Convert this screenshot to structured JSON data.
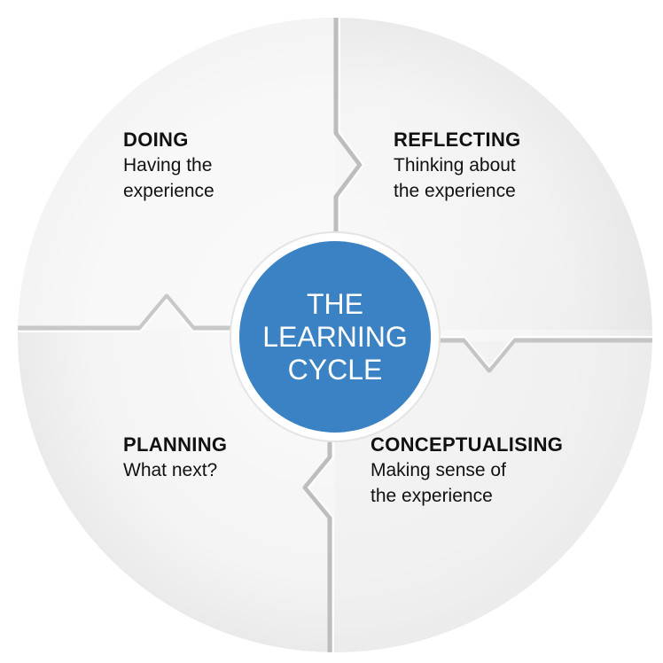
{
  "colors": {
    "hub": "#3b82c4",
    "hub_text": "#ffffff",
    "puzzle_light": "#f7f7f7",
    "puzzle_mid": "#ececec",
    "seam": "#cfcfcf",
    "text": "#111111"
  },
  "center": {
    "line1": "THE",
    "line2": "LEARNING",
    "line3": "CYCLE"
  },
  "quadrants": {
    "doing": {
      "title": "DOING",
      "line1": "Having the",
      "line2": "experience"
    },
    "reflecting": {
      "title": "REFLECTING",
      "line1": "Thinking about",
      "line2": "the experience"
    },
    "planning": {
      "title": "PLANNING",
      "line1": "What next?"
    },
    "conceptualising": {
      "title": "CONCEPTUALISING",
      "line1": "Making sense of",
      "line2": "the experience"
    }
  }
}
